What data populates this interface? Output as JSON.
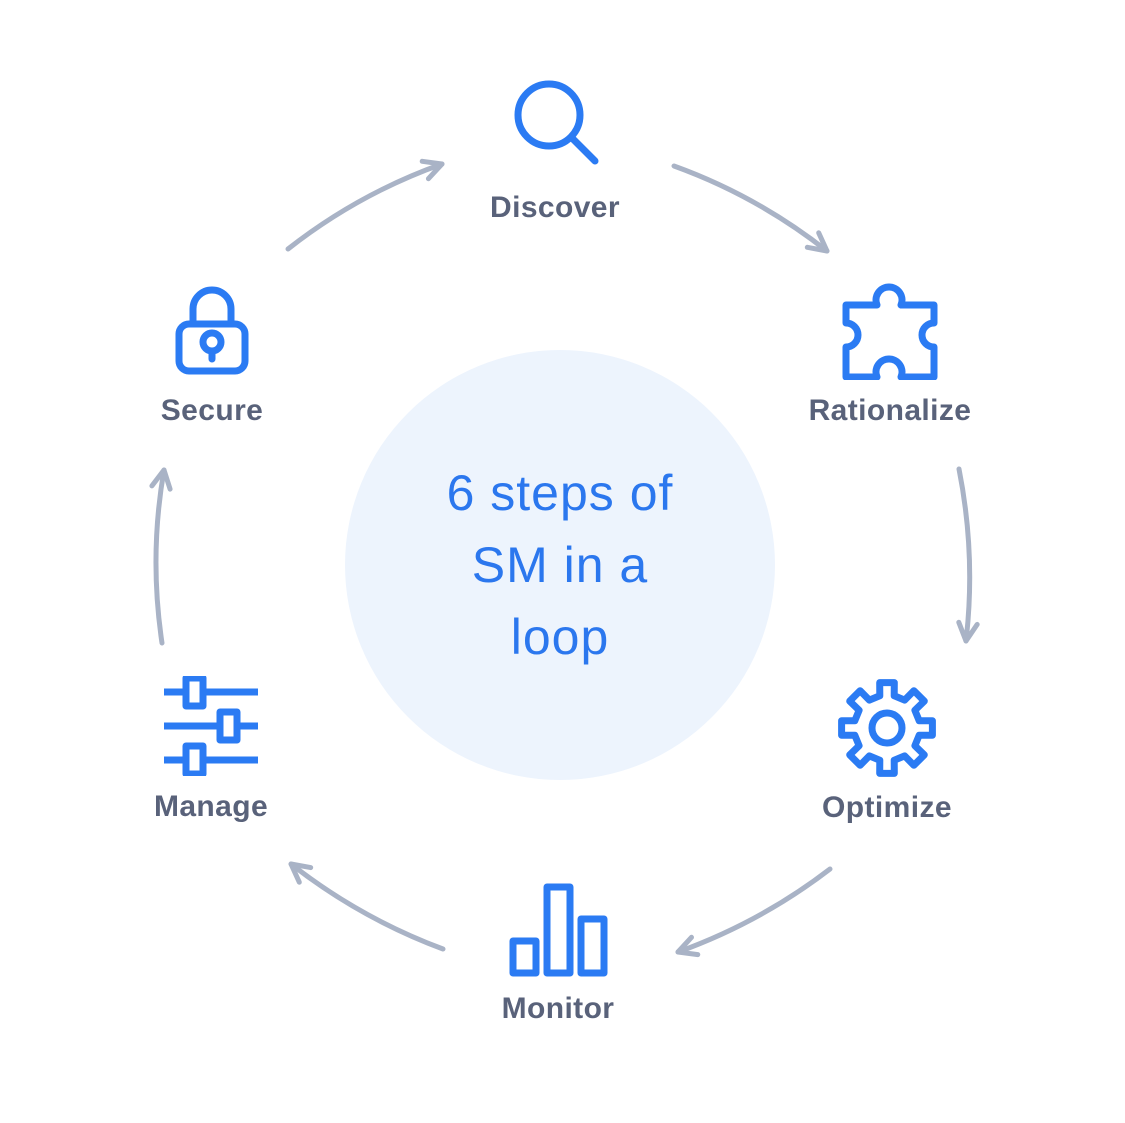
{
  "diagram": {
    "center_text": {
      "lines": [
        "6 steps of",
        "SM in a",
        "loop"
      ]
    },
    "steps": [
      {
        "label": "Discover",
        "icon": "magnifier-search-icon"
      },
      {
        "label": "Rationalize",
        "icon": "puzzle-piece-icon"
      },
      {
        "label": "Optimize",
        "icon": "gear-icon"
      },
      {
        "label": "Monitor",
        "icon": "bar-chart-icon"
      },
      {
        "label": "Manage",
        "icon": "sliders-icon"
      },
      {
        "label": "Secure",
        "icon": "padlock-icon"
      }
    ],
    "flow": [
      "secure-to-discover",
      "discover-to-rationalize",
      "rationalize-to-optimize",
      "optimize-to-monitor",
      "monitor-to-manage",
      "manage-to-secure"
    ],
    "colors": {
      "icon_accent": "#2b7bf3",
      "center_text": "#2b77ee",
      "label": "#59627a",
      "arrow": "#a9b3c6",
      "circle_fill": "#edf4fd"
    }
  }
}
